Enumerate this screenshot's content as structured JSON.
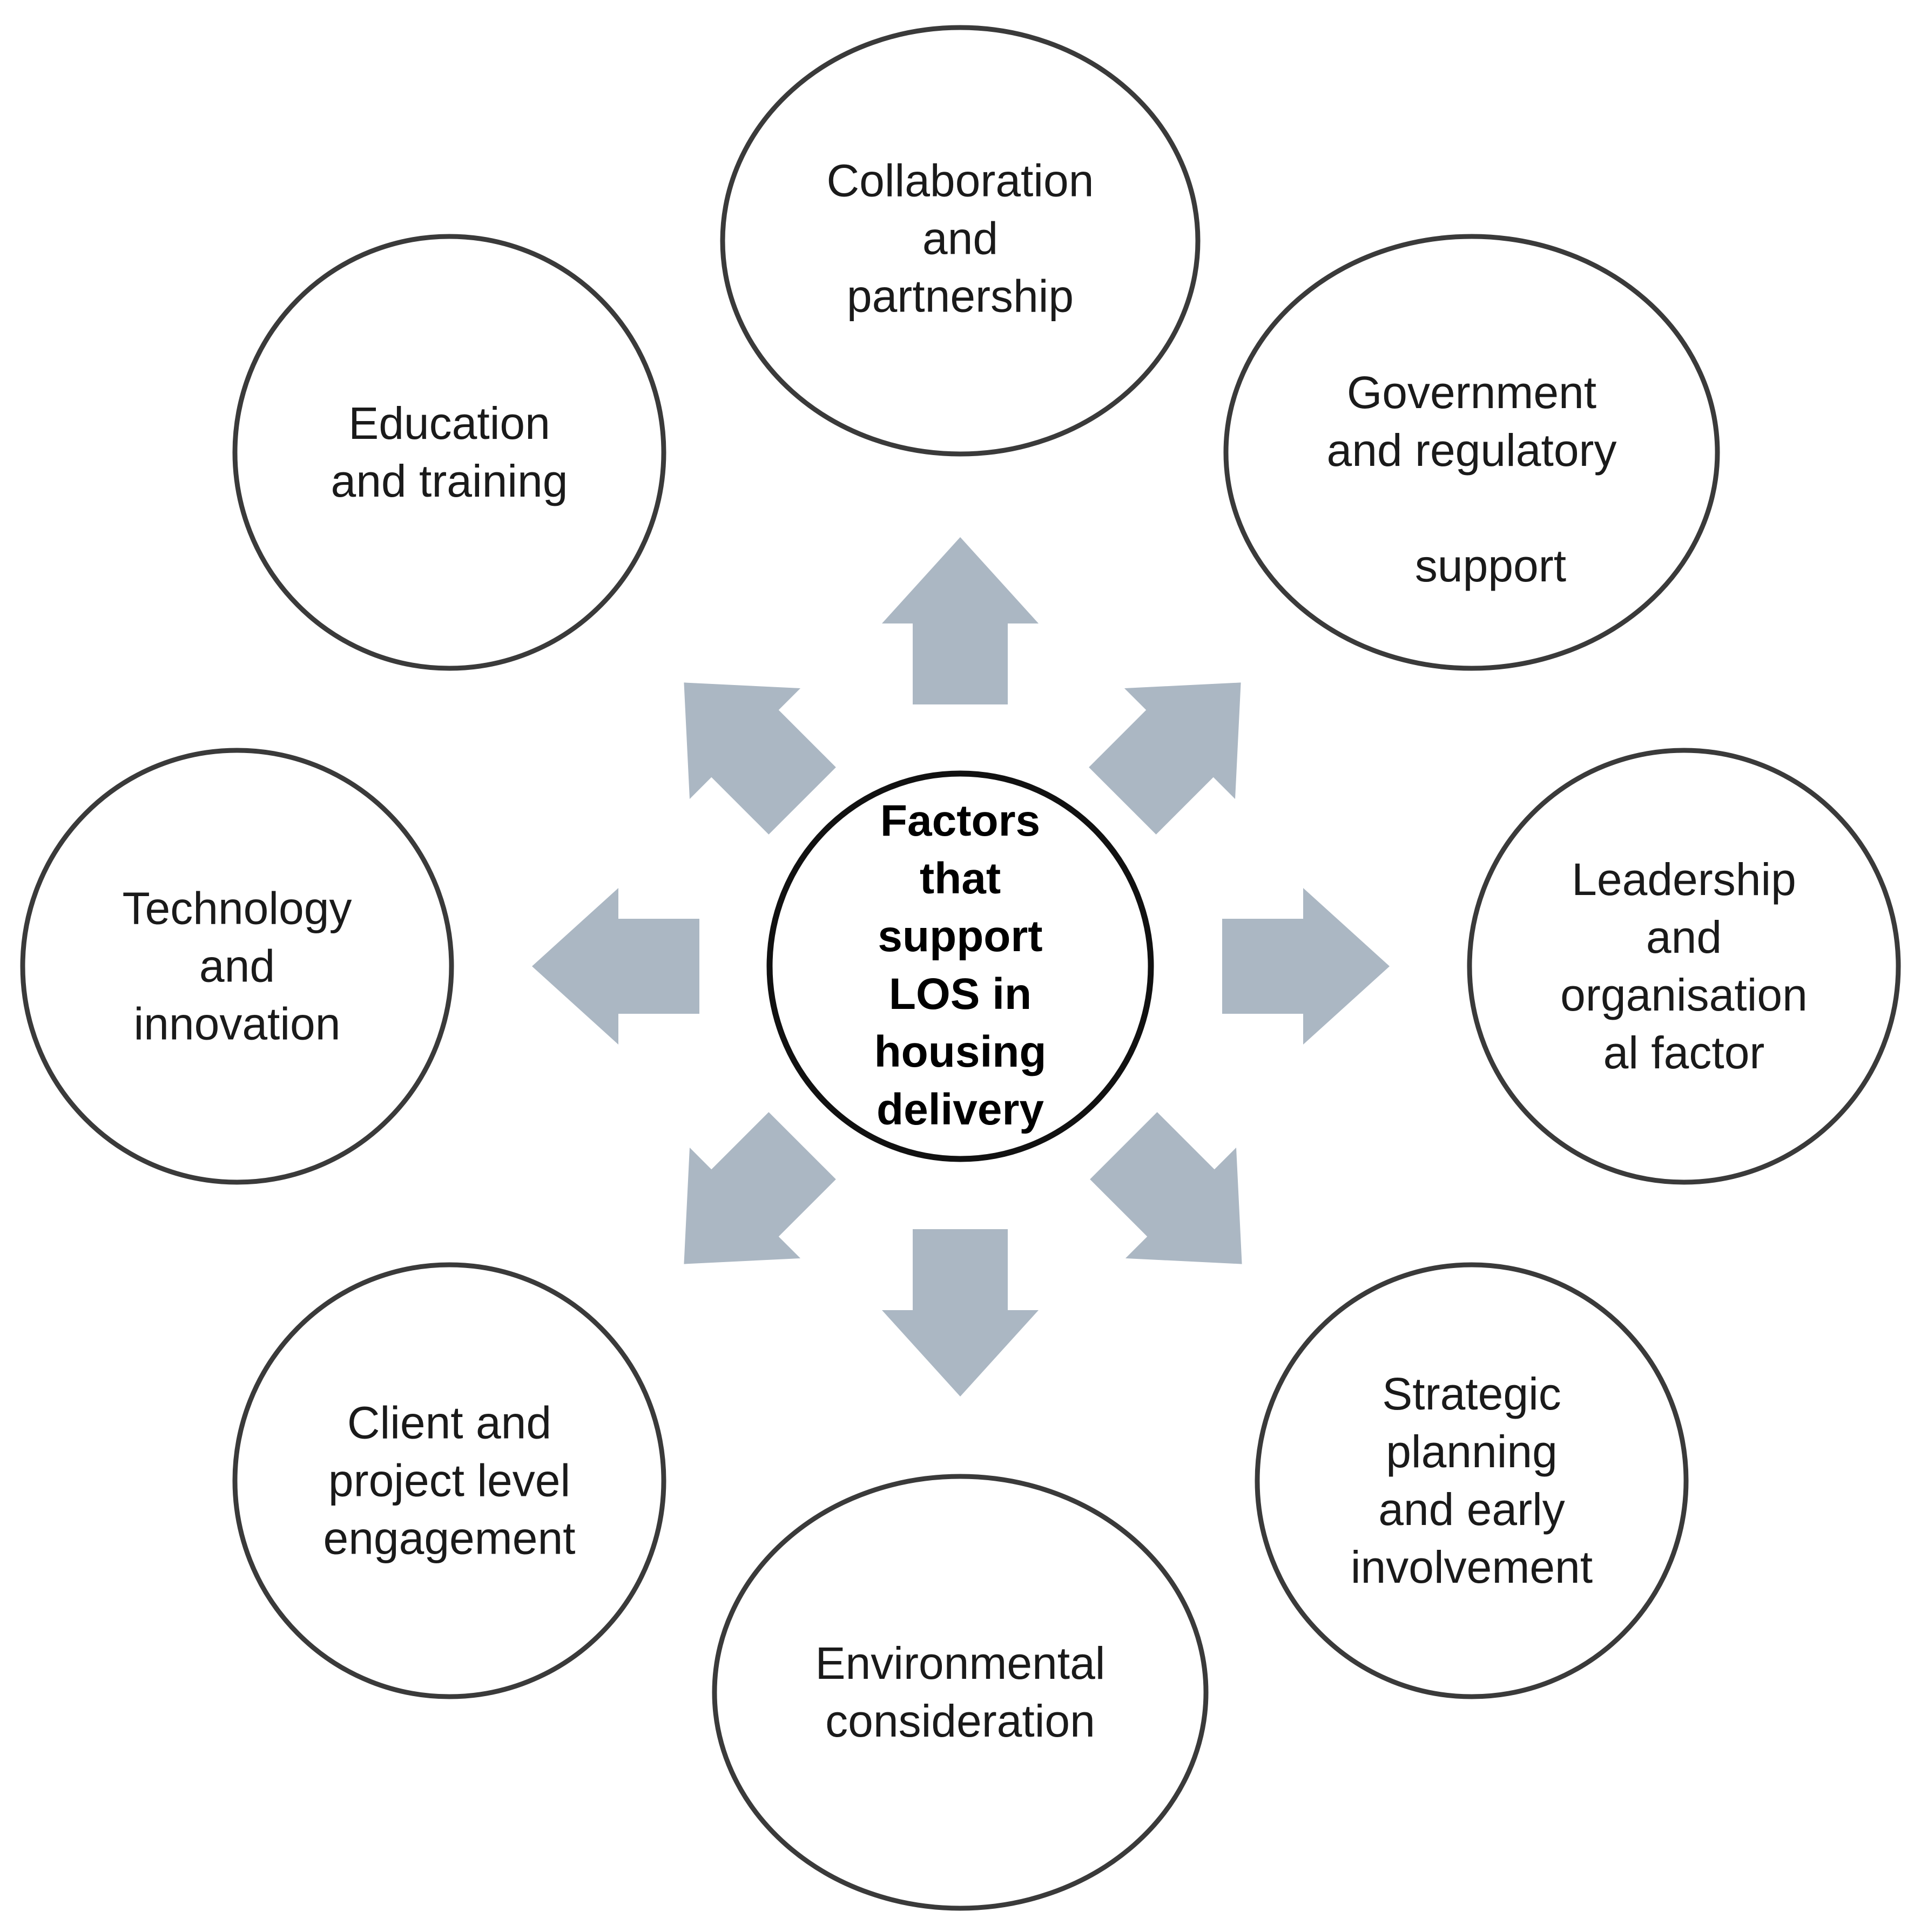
{
  "center": {
    "text": "Factors\nthat\nsupport\nLOS in\nhousing\ndelivery"
  },
  "factors": [
    {
      "text": "Collaboration\nand\npartnership"
    },
    {
      "text": "Government\nand regulatory\n\n   support"
    },
    {
      "text": "Leadership\nand\norganisation\nal factor"
    },
    {
      "text": "Strategic\nplanning\nand early\ninvolvement"
    },
    {
      "text": "Environmental\nconsideration"
    },
    {
      "text": "Client and\nproject level\nengagement"
    },
    {
      "text": "Technology\nand\ninnovation"
    },
    {
      "text": "Education\nand training"
    }
  ],
  "colors": {
    "arrow": "#abb7c3",
    "outline": "#3a3a3a",
    "center_outline": "#111111",
    "text": "#1a1a1a"
  }
}
